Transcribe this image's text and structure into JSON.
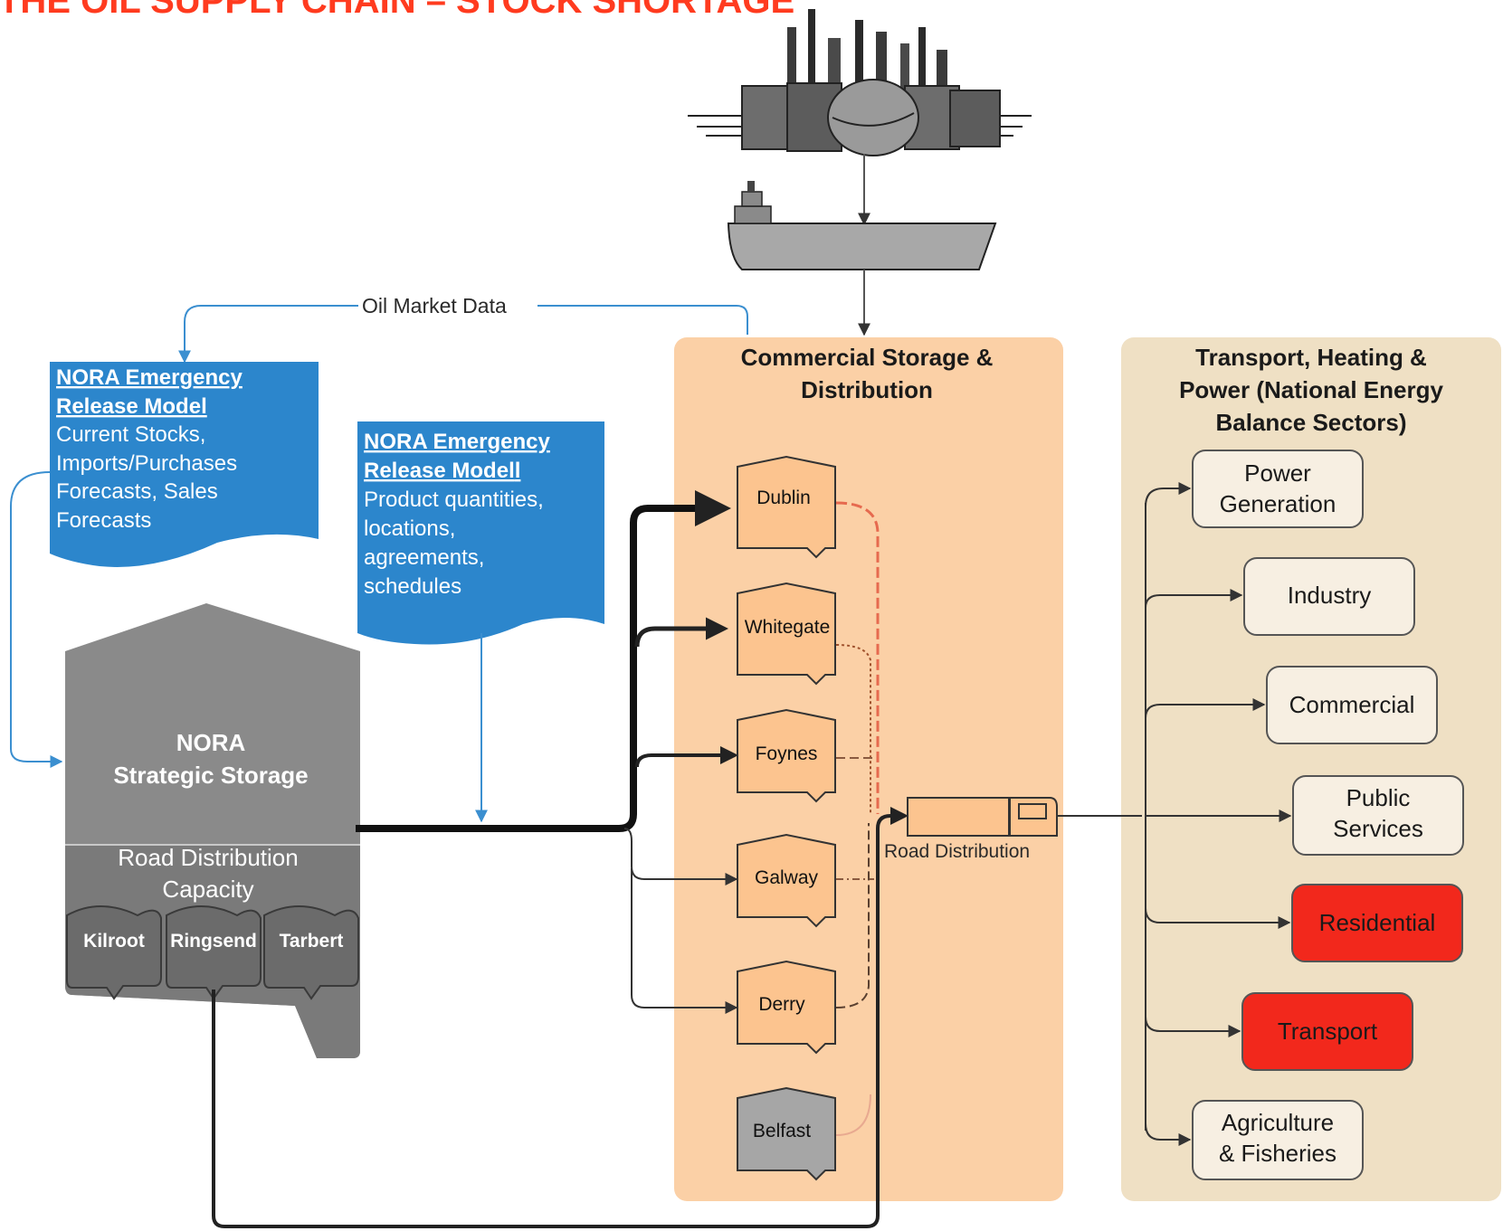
{
  "title": "THE OIL SUPPLY CHAIN – STOCK SHORTAGE",
  "oil_market_label": "Oil Market Data",
  "doc1": {
    "heading_line1": "NORA Emergency",
    "heading_line2": "Release Model",
    "lines": [
      "Current Stocks,",
      "Imports/Purchases",
      "Forecasts, Sales",
      "Forecasts"
    ]
  },
  "doc2": {
    "heading_line1": "NORA Emergency",
    "heading_line2": "Release Model",
    "heading_line2_suffix": "l",
    "lines": [
      "Product quantities,",
      "locations,",
      "agreements,",
      "schedules"
    ]
  },
  "nora": {
    "title_line1": "NORA",
    "title_line2": "Strategic Storage",
    "road_line1": "Road Distribution",
    "road_line2": "Capacity",
    "sites": [
      "Kilroot",
      "Ringsend",
      "Tarbert"
    ]
  },
  "commercial": {
    "heading_line1": "Commercial Storage &",
    "heading_line2": "Distribution",
    "depots": [
      "Dublin",
      "Whitegate",
      "Foynes",
      "Galway",
      "Derry",
      "Belfast"
    ],
    "road_label": "Road Distribution"
  },
  "sectors": {
    "heading_line1": "Transport, Heating &",
    "heading_line2": "Power (National Energy",
    "heading_line3": "Balance Sectors)",
    "items": [
      {
        "line1": "Power",
        "line2": "Generation",
        "status": "normal"
      },
      {
        "line1": "Industry",
        "line2": "",
        "status": "normal"
      },
      {
        "line1": "Commercial",
        "line2": "",
        "status": "normal"
      },
      {
        "line1": "Public",
        "line2": "Services",
        "status": "normal"
      },
      {
        "line1": "Residential",
        "line2": "",
        "status": "shortage"
      },
      {
        "line1": "Transport",
        "line2": "",
        "status": "shortage"
      },
      {
        "line1": "Agriculture",
        "line2": "& Fisheries",
        "status": "normal"
      }
    ]
  },
  "colors": {
    "title": "#ff3b1f",
    "doc_blue": "#2c86cc",
    "commercial_panel": "#fbd0a6",
    "sector_panel": "#efe0c4",
    "depot_fill": "#fcc48f",
    "nora_fill": "#8a8a8a",
    "shortage": "#f2281c"
  }
}
